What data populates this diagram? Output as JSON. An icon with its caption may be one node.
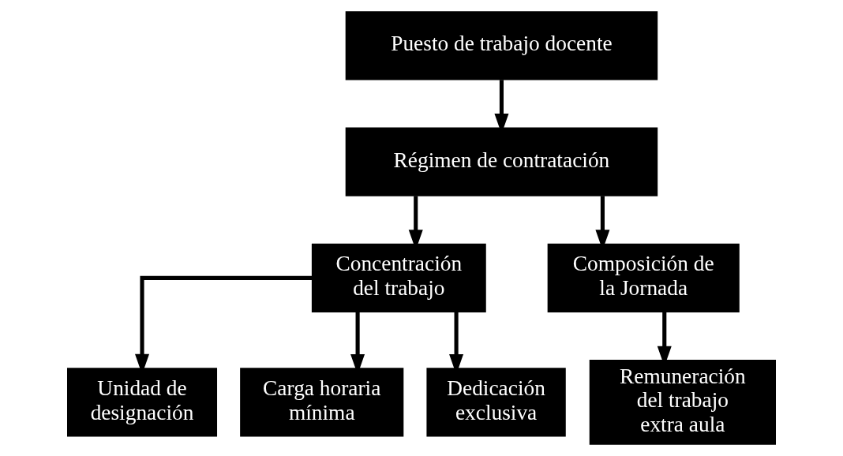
{
  "diagram": {
    "nodes": [
      {
        "text": [
          "Puesto de trabajo docente"
        ]
      },
      {
        "text": [
          "Régimen de contratación"
        ]
      },
      {
        "text": [
          "Concentración del trabajo"
        ]
      },
      {
        "text": [
          "Composición de la Jornada"
        ]
      },
      {
        "text": [
          "Unidad de designación"
        ]
      },
      {
        "text": [
          "Carga horaria mínima"
        ]
      },
      {
        "text": [
          "Dedicación exclusiva"
        ]
      },
      {
        "text": [
          "Remuneración del trabajo extra aula"
        ]
      }
    ],
    "edges": [
      {
        "from": 0,
        "to": 1,
        "arrow": "to"
      },
      {
        "from": 1,
        "to": 2,
        "arrow": "to"
      },
      {
        "from": 1,
        "to": 3,
        "arrow": "to"
      },
      {
        "from": 2,
        "to": 4,
        "arrow": "to"
      },
      {
        "from": 2,
        "to": 5,
        "arrow": "to"
      },
      {
        "from": 2,
        "to": 6,
        "arrow": "to"
      },
      {
        "from": 3,
        "to": 7,
        "arrow": "to"
      }
    ]
  }
}
